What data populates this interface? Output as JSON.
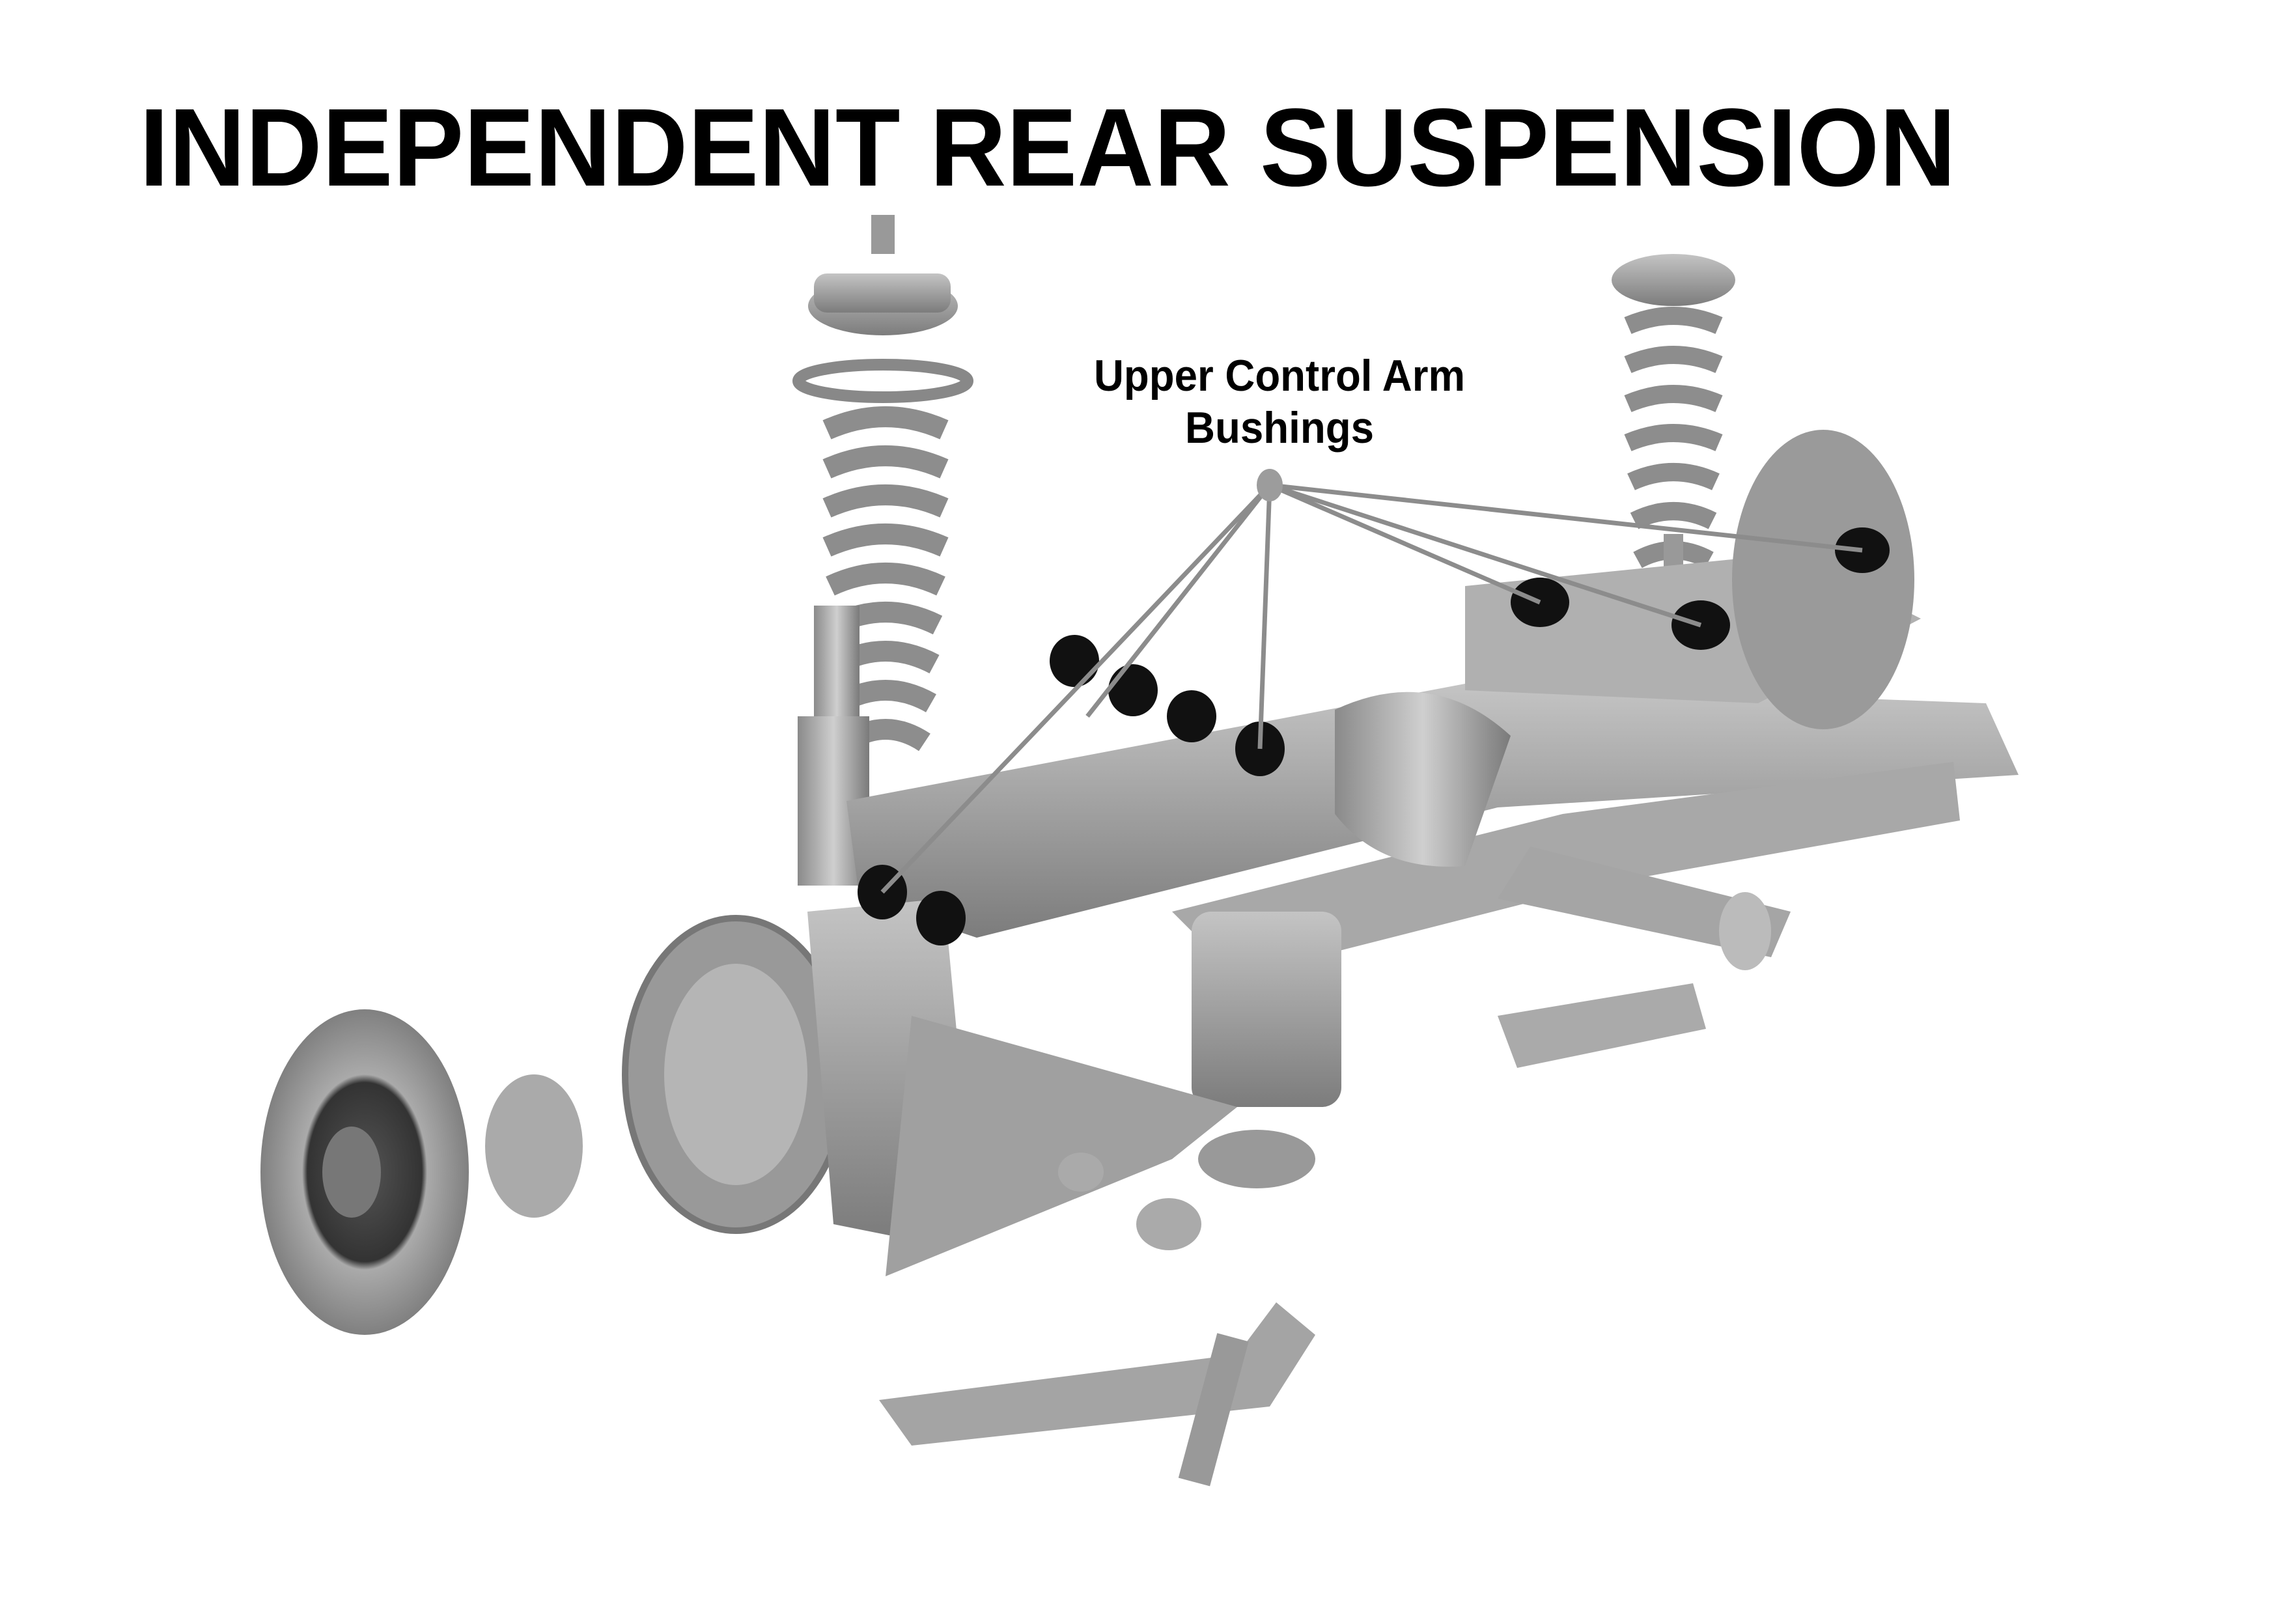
{
  "title": "INDEPENDENT REAR SUSPENSION",
  "callout": {
    "line1": "Upper Control Arm",
    "line2": "Bushings"
  },
  "colors": {
    "part_gray": "#9a9a9a",
    "bushing": "#111111",
    "leader": "#8c8c8c"
  }
}
